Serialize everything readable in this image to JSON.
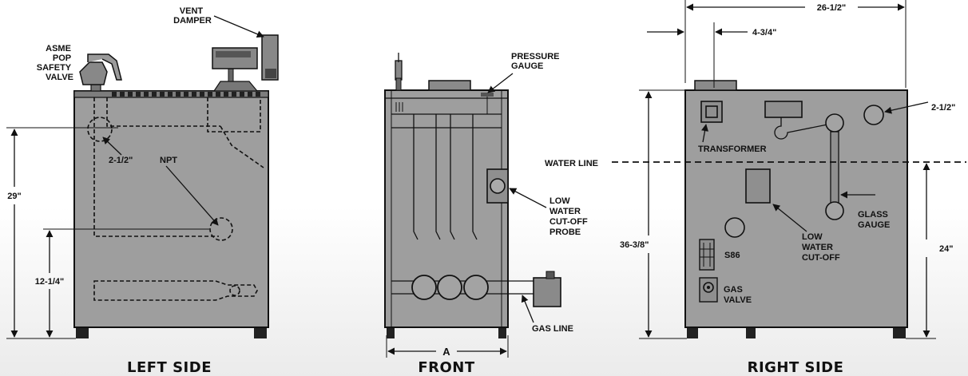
{
  "views": {
    "left_title": "LEFT SIDE",
    "front_title": "FRONT",
    "right_title": "RIGHT SIDE"
  },
  "left_side": {
    "vent_damper": [
      "VENT",
      "DAMPER"
    ],
    "safety_valve": [
      "ASME",
      "POP",
      "SAFETY",
      "VALVE"
    ],
    "tapping_size": "2-1/2\"",
    "npt": "NPT",
    "height_upper": "29\"",
    "height_lower": "12-1/4\""
  },
  "front": {
    "pressure_gauge": [
      "PRESSURE",
      "GAUGE"
    ],
    "low_water_probe": [
      "LOW",
      "WATER",
      "CUT-OFF",
      "PROBE"
    ],
    "gas_line": "GAS LINE",
    "width_label": "A"
  },
  "right_side": {
    "overall_width": "26-1/2\"",
    "offset_width": "4-3/4\"",
    "tapping_size": "2-1/2\"",
    "transformer": "TRANSFORMER",
    "water_line": "WATER LINE",
    "overall_height": "36-3/8\"",
    "water_line_height": "24\"",
    "glass_gauge": [
      "GLASS",
      "GAUGE"
    ],
    "low_water_cutoff": [
      "LOW",
      "WATER",
      "CUT-OFF"
    ],
    "control": "S86",
    "gas_valve": [
      "GAS",
      "VALVE"
    ]
  },
  "colors": {
    "cabinet": "#9e9e9e",
    "line": "#111111",
    "background": "#ffffff"
  }
}
